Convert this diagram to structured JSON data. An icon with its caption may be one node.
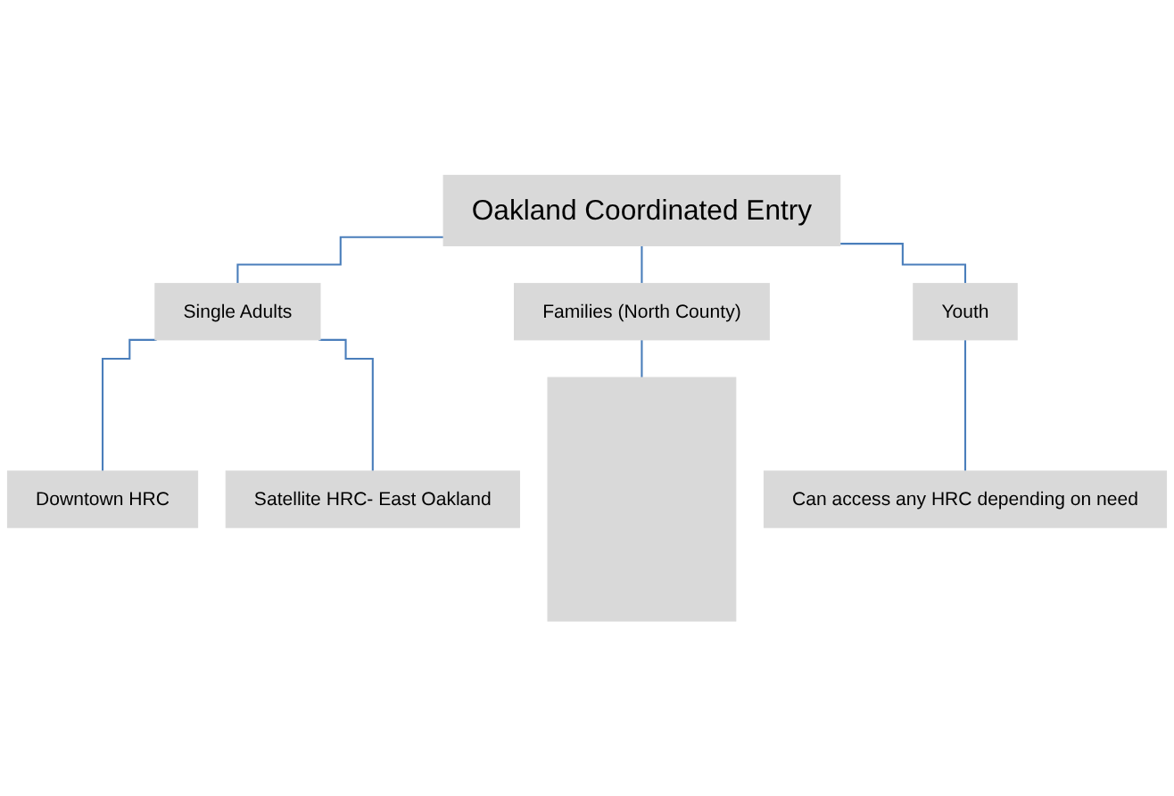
{
  "diagram": {
    "nodes": [
      {
        "text": [
          "Oakland Coordinated Entry"
        ]
      },
      {
        "text": [
          "Single Adults"
        ]
      },
      {
        "text": [
          "Families (North County)"
        ]
      },
      {
        "text": [
          "Youth"
        ]
      },
      {
        "text": [
          "Downtown HRC"
        ]
      },
      {
        "text": [
          "Satellite HRC- East Oakland"
        ]
      },
      {
        "text": [],
        "shape": "box"
      },
      {
        "text": [
          "Can access any HRC depending on need"
        ]
      }
    ],
    "edges": [
      {
        "from": 0,
        "to": 1,
        "arrow": "none"
      },
      {
        "from": 0,
        "to": 2,
        "arrow": "none"
      },
      {
        "from": 0,
        "to": 3,
        "arrow": "none"
      },
      {
        "from": 1,
        "to": 4,
        "arrow": "none"
      },
      {
        "from": 1,
        "to": 5,
        "arrow": "none"
      },
      {
        "from": 2,
        "to": 6,
        "arrow": "none"
      },
      {
        "from": 3,
        "to": 7,
        "arrow": "none"
      }
    ]
  }
}
